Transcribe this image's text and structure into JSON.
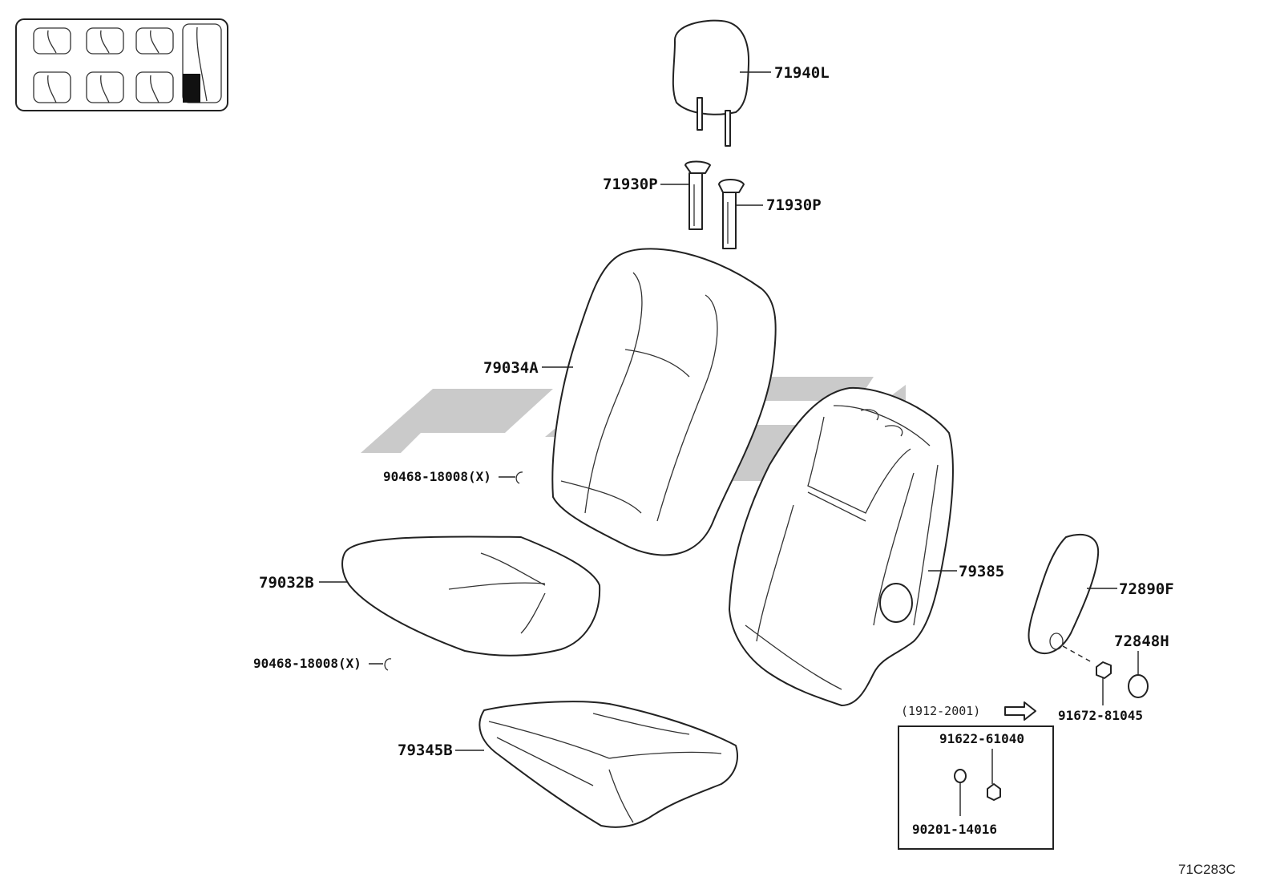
{
  "diagram": {
    "labels": {
      "headrest": "71940L",
      "support_left": "71930P",
      "support_right": "71930P",
      "back_cover": "79034A",
      "hog_ring_back": "90468-18008(X)",
      "cushion_cover": "79032B",
      "hog_ring_cushion": "90468-18008(X)",
      "cushion_pad": "79345B",
      "back_frame": "79385",
      "armrest": "72890F",
      "armrest_cap": "72848H",
      "armrest_bolt": "91672-81045",
      "inset_bolt": "91622-61040",
      "inset_washer": "90201-14016"
    },
    "inset_note": "(1912-2001)",
    "figure_code": "71C283C"
  }
}
